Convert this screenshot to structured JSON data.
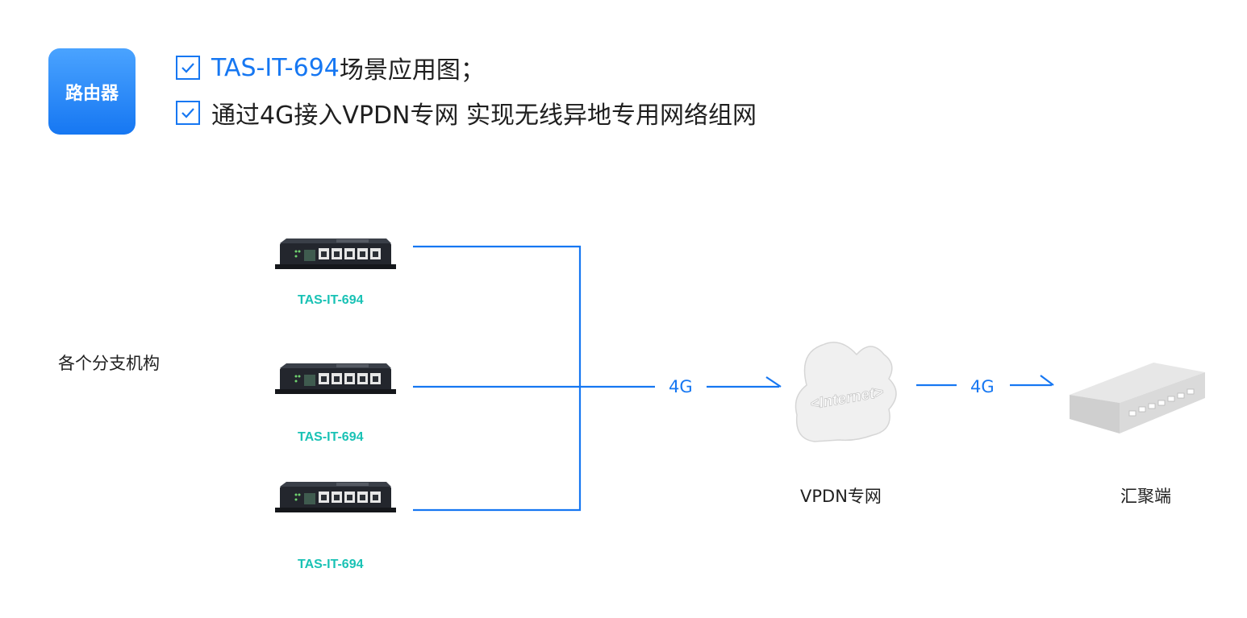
{
  "badge": {
    "label": "路由器"
  },
  "bullets": [
    {
      "highlight": "TAS-IT-694",
      "text": " 场景应用图；"
    },
    {
      "highlight": "",
      "text": "通过4G接入VPDN专网 实现无线异地专用网络组网"
    }
  ],
  "branches": {
    "label": "各个分支机构",
    "devices": [
      {
        "label": "TAS-IT-694"
      },
      {
        "label": "TAS-IT-694"
      },
      {
        "label": "TAS-IT-694"
      }
    ]
  },
  "links": [
    {
      "label": "4G"
    },
    {
      "label": "4G"
    }
  ],
  "cloud": {
    "label": "VPDN专网",
    "badge_text": "<Internet>"
  },
  "hub": {
    "label": "汇聚端"
  },
  "colors": {
    "accent": "#1677f2",
    "device_label": "#19c2b5",
    "line": "#1677f2"
  }
}
